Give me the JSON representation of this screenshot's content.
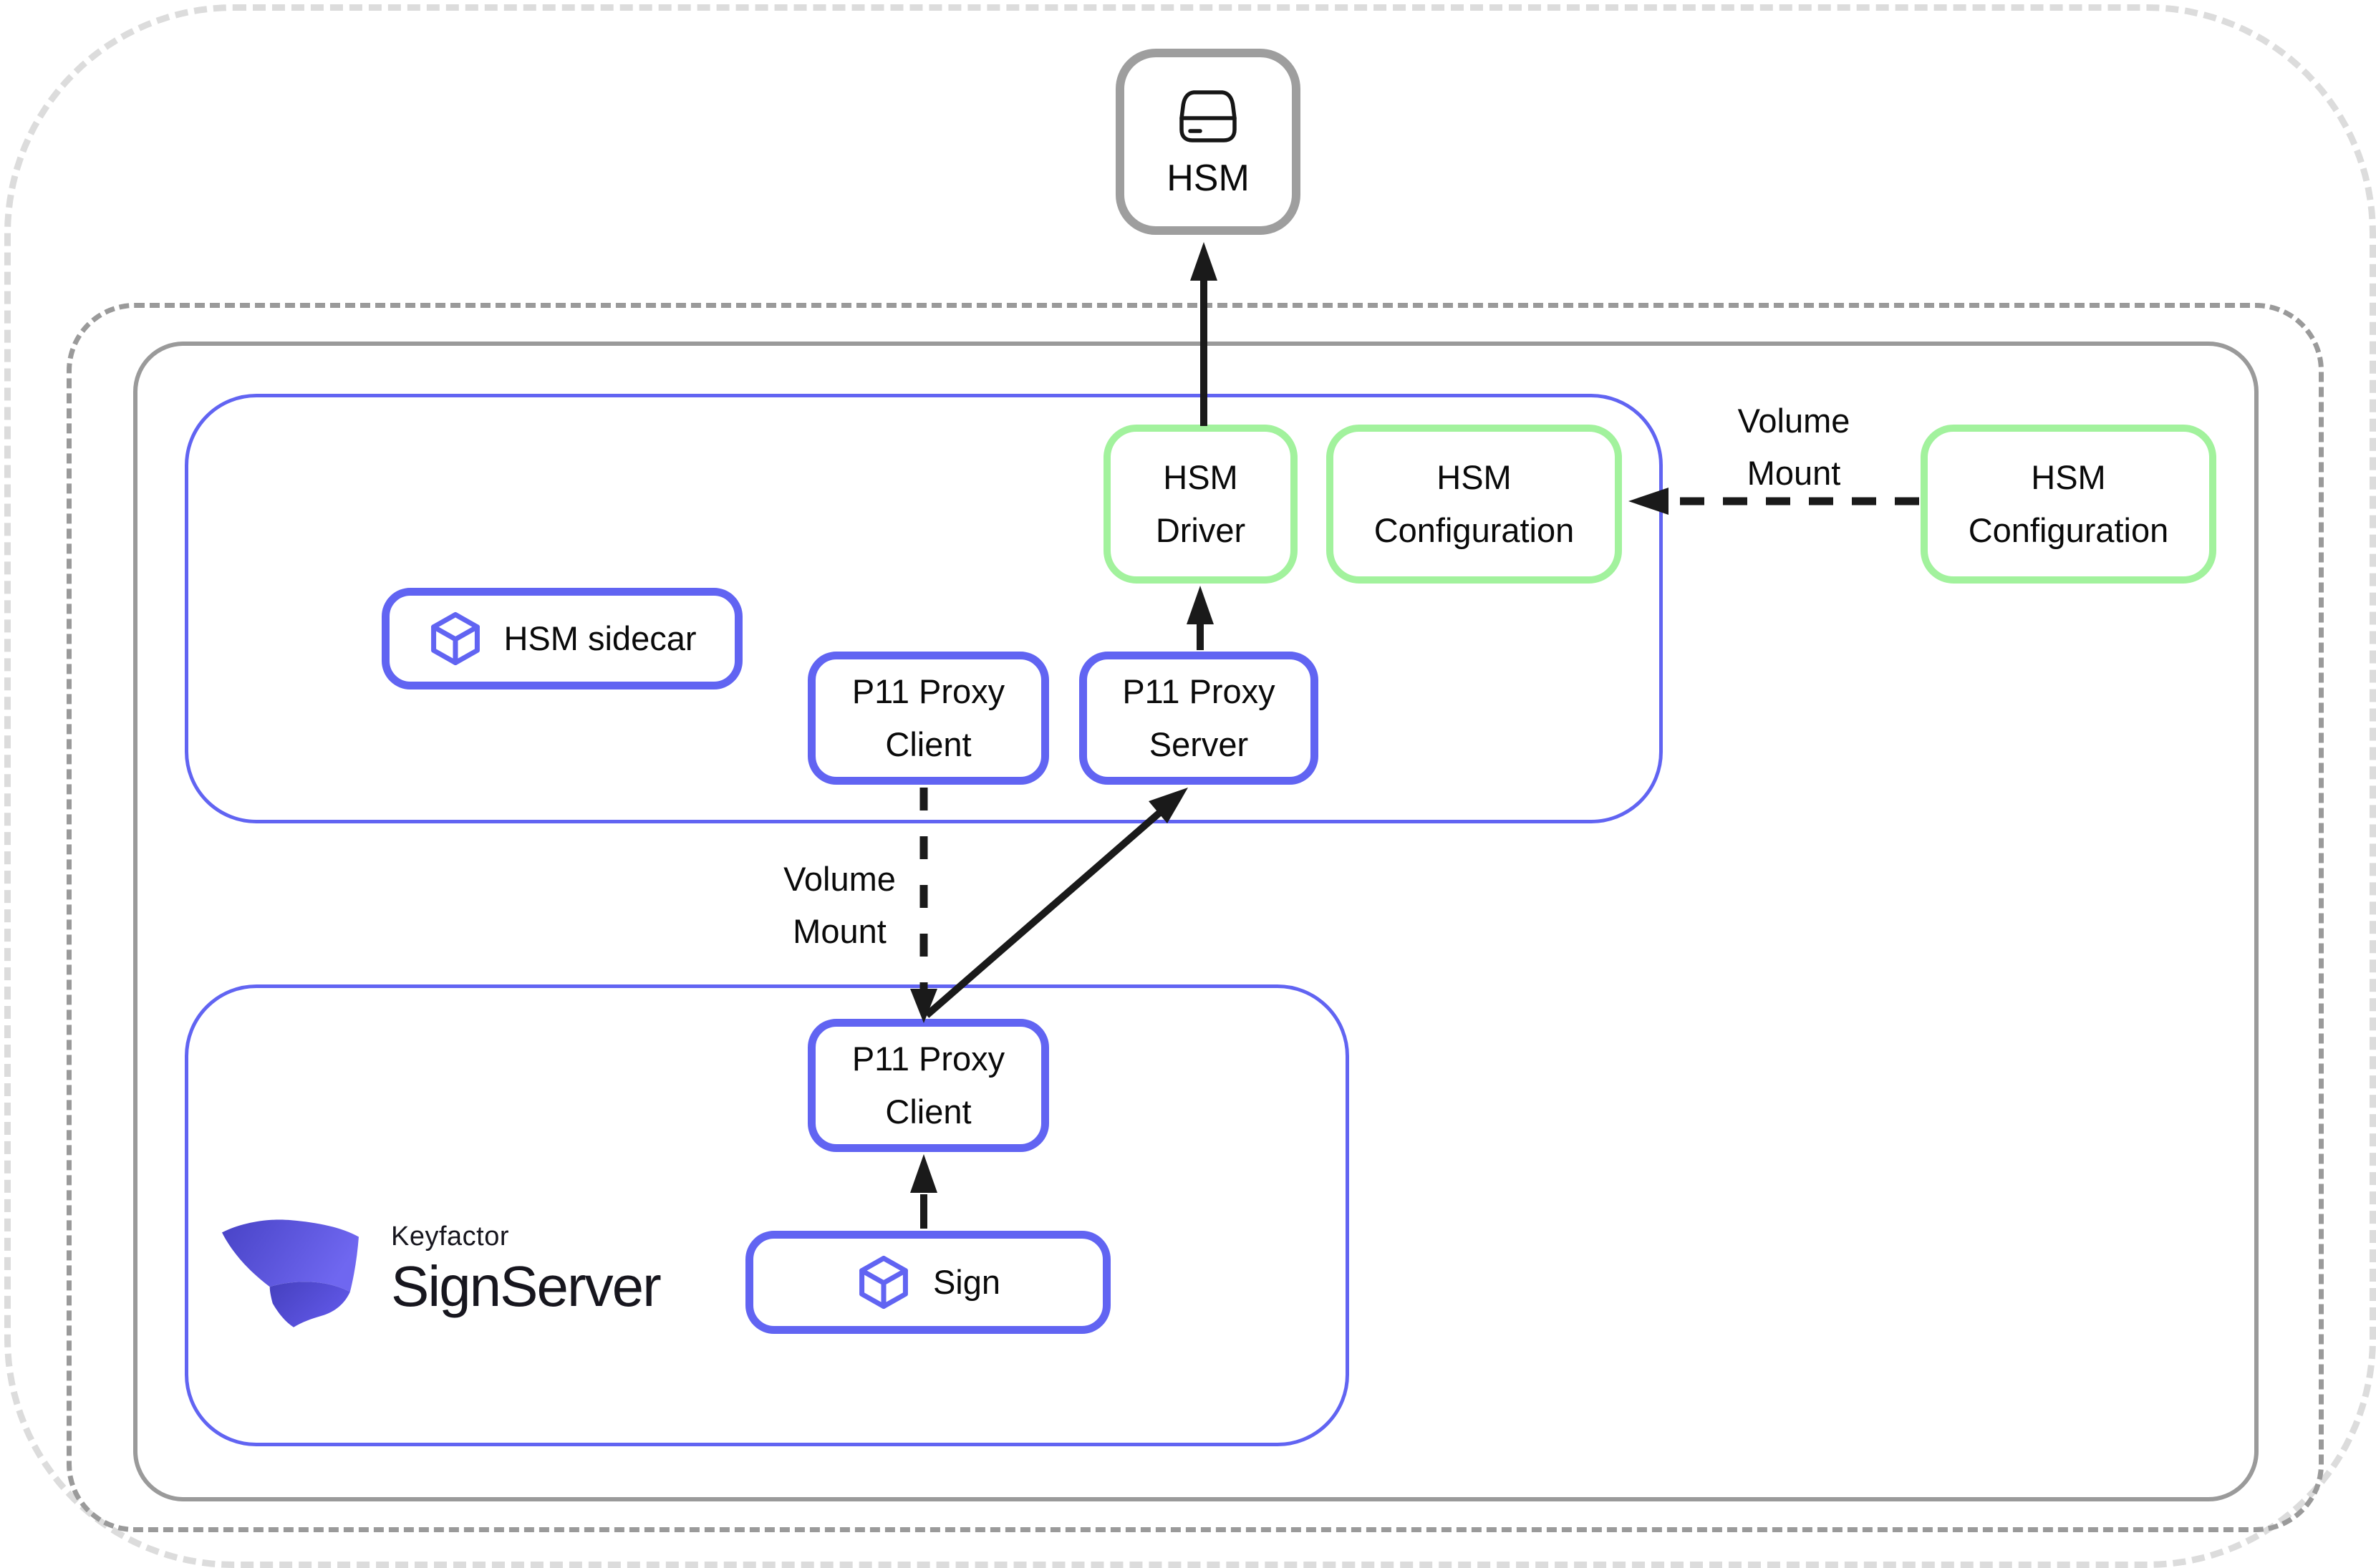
{
  "diagram": {
    "title_hint": "HSM sidecar architecture with Keyfactor SignServer",
    "nodes": {
      "hsm": {
        "label": "HSM"
      },
      "hsm_driver": {
        "label": "HSM\nDriver"
      },
      "hsm_config_inner": {
        "label": "HSM\nConfiguration"
      },
      "hsm_config_external": {
        "label": "HSM\nConfiguration"
      },
      "hsm_sidecar": {
        "label": "HSM sidecar"
      },
      "p11_proxy_client_sidecar": {
        "label": "P11 Proxy\nClient"
      },
      "p11_proxy_server": {
        "label": "P11 Proxy\nServer"
      },
      "p11_proxy_client_signserver": {
        "label": "P11 Proxy\nClient"
      },
      "sign": {
        "label": "Sign"
      }
    },
    "edge_labels": {
      "volume_mount_top": "Volume\nMount",
      "volume_mount_middle": "Volume\nMount"
    },
    "icons": {
      "hsm_icon": "hard-drive-icon",
      "sidecar_icon": "cube-icon",
      "sign_icon": "cube-icon"
    },
    "colors": {
      "node_blue_border": "#6164F2",
      "node_green_border": "#A2F29D",
      "container_gray": "#9A9A9A",
      "outer_dotted": "#DCDCDC",
      "arrow_black": "#1A1A1A",
      "logo_gradient_start": "#4843C6",
      "logo_gradient_end": "#6F67F0"
    }
  },
  "logo": {
    "brand": "Keyfactor",
    "product": "SignServer"
  }
}
